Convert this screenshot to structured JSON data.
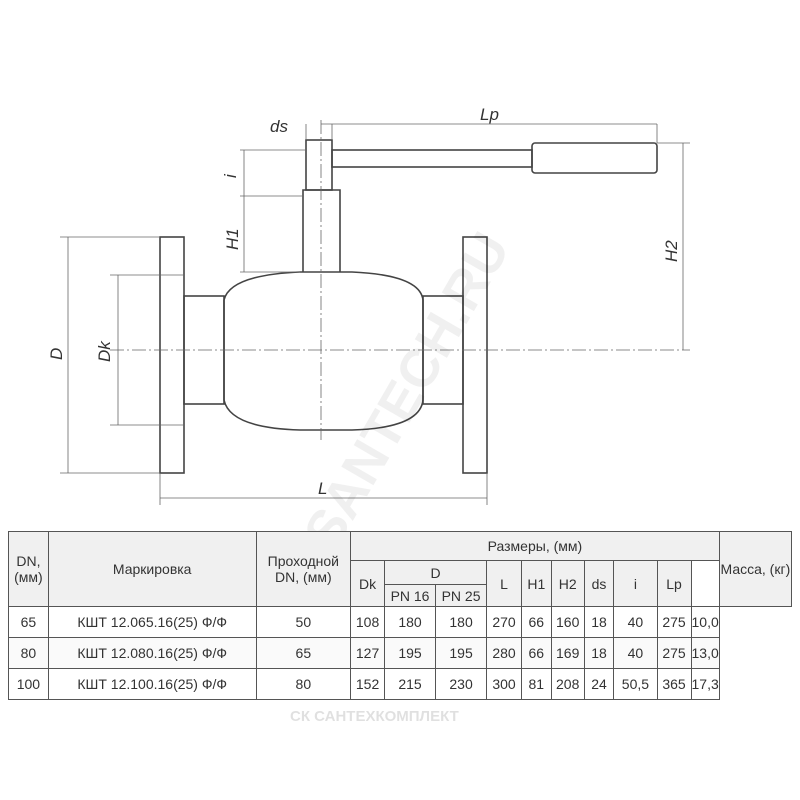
{
  "drawing": {
    "labels": {
      "ds": "ds",
      "lp": "Lp",
      "i": "i",
      "h1": "H1",
      "h2": "H2",
      "d": "D",
      "dk": "Dk",
      "l": "L"
    },
    "watermark": "SANTECH.RU",
    "footer_logo": "СК САНТЕХКОМПЛЕКТ"
  },
  "table": {
    "headers": {
      "dn": "DN, (мм)",
      "marking": "Маркировка",
      "pass_dn": "Проходной DN, (мм)",
      "sizes": "Размеры, (мм)",
      "dk": "Dk",
      "d": "D",
      "pn16": "PN 16",
      "pn25": "PN 25",
      "l": "L",
      "h1": "H1",
      "h2": "H2",
      "ds": "ds",
      "i": "i",
      "lp": "Lp",
      "mass": "Масса, (кг)"
    },
    "rows": [
      [
        "65",
        "КШТ 12.065.16(25) Ф/Ф",
        "50",
        "108",
        "180",
        "180",
        "270",
        "66",
        "160",
        "18",
        "40",
        "275",
        "10,0"
      ],
      [
        "80",
        "КШТ 12.080.16(25) Ф/Ф",
        "65",
        "127",
        "195",
        "195",
        "280",
        "66",
        "169",
        "18",
        "40",
        "275",
        "13,0"
      ],
      [
        "100",
        "КШТ 12.100.16(25) Ф/Ф",
        "80",
        "152",
        "215",
        "230",
        "300",
        "81",
        "208",
        "24",
        "50,5",
        "365",
        "17,3"
      ]
    ]
  }
}
